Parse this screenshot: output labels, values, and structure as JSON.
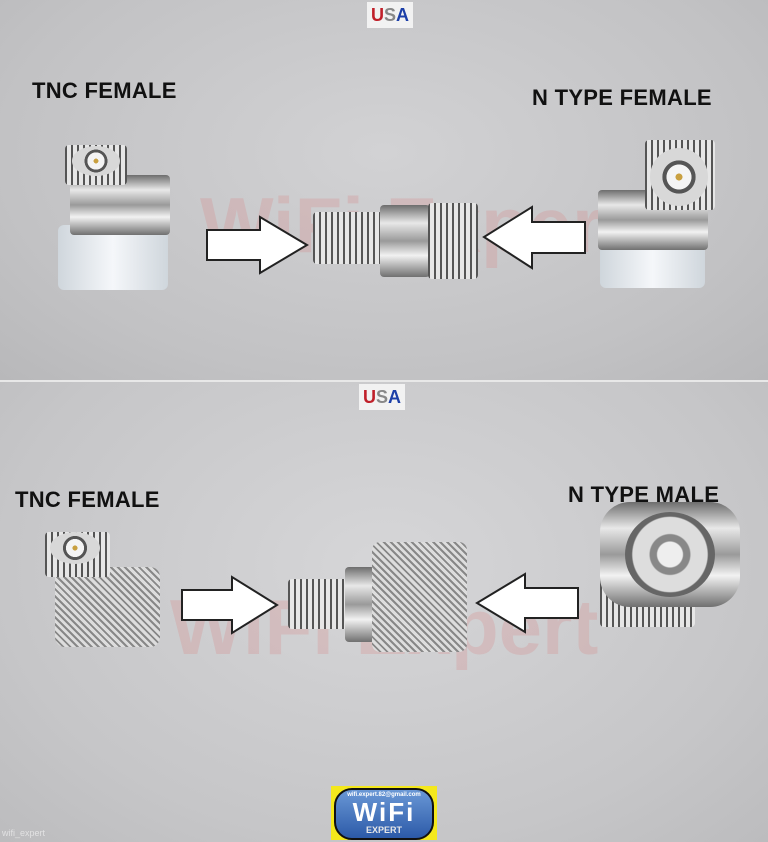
{
  "top_panel": {
    "badge": {
      "u": "U",
      "s": "S",
      "a": "A"
    },
    "left_label": "TNC FEMALE",
    "right_label": "N TYPE FEMALE",
    "watermark": "WiFi Expert"
  },
  "bottom_panel": {
    "badge": {
      "u": "U",
      "s": "S",
      "a": "A"
    },
    "left_label": "TNC FEMALE",
    "right_label": "N TYPE MALE",
    "watermark": "WiFi Expert"
  },
  "logo": {
    "email": "wifi.expert.82@gmail.com",
    "wifi": "WiFi",
    "expert": "EXPERT"
  },
  "credit": "wifi_expert",
  "colors": {
    "badge_red": "#c0202a",
    "badge_blue": "#1c3fa8",
    "logo_yellow": "#f4e81c",
    "logo_blue": "#2c5aa8"
  }
}
